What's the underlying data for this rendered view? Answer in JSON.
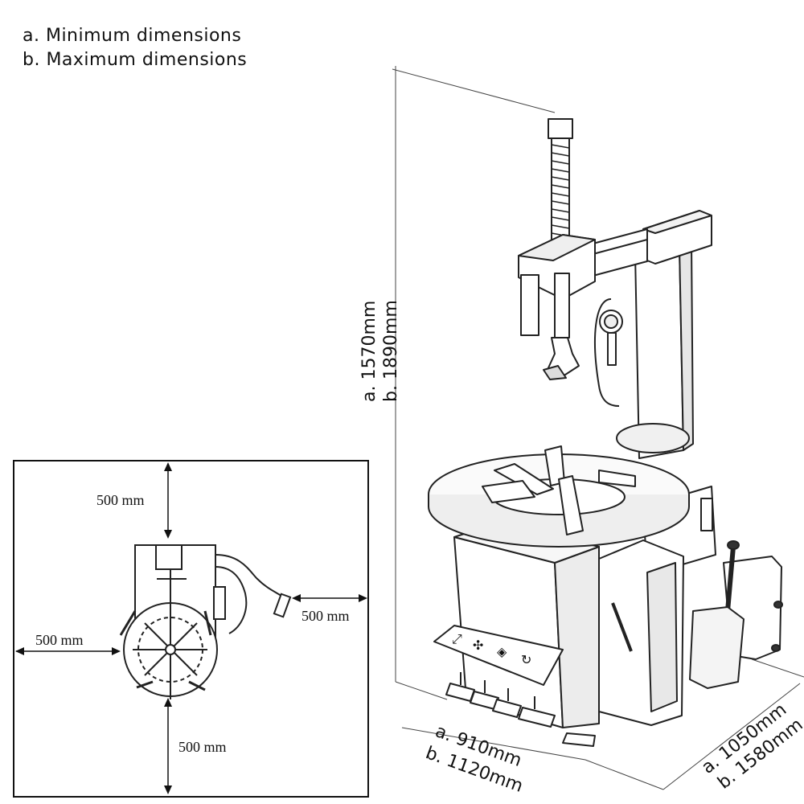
{
  "legend": {
    "min": "a. Minimum dimensions",
    "max": "b. Maximum dimensions"
  },
  "dimensions": {
    "height_min": "a. 1570mm",
    "height_max": "b. 1890mm",
    "width_min": "a. 910mm",
    "width_max": "b. 1120mm",
    "depth_min": "a. 1050mm",
    "depth_max": "b. 1580mm"
  },
  "clearance": {
    "top": "500 mm",
    "right": "500 mm",
    "left": "500 mm",
    "bottom": "500 mm"
  }
}
